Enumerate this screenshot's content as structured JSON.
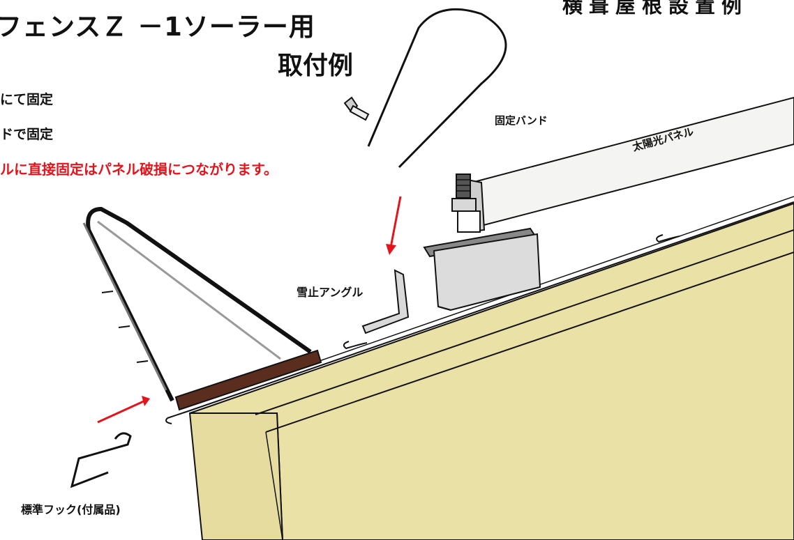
{
  "title_main": "フェンスＺ －1ソーラー用",
  "title_sub": "取付例",
  "title_right": "横葺屋根設置例",
  "notes": [
    "にて固定",
    "ドで固定",
    "ルに直接固定はパネル破損につながります。"
  ],
  "labels": {
    "band": "固定バンド",
    "panel": "太陽光パネル",
    "angle": "雪止アングル",
    "hook": "標準フック(付属品)"
  },
  "colors": {
    "roof": "#eae1a6",
    "arrow": "#e3141c",
    "base_wood": "#5a2d1e",
    "warning_text": "#e3141c"
  }
}
